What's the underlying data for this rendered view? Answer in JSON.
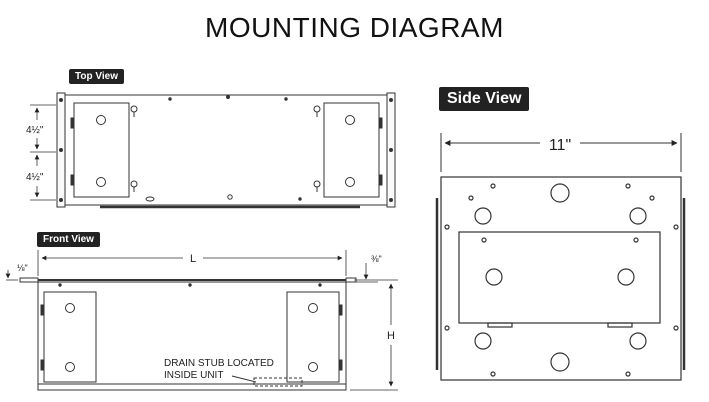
{
  "title": "MOUNTING DIAGRAM",
  "top_view": {
    "label": "Top View",
    "dim_upper": "4½\"",
    "dim_lower": "4½\""
  },
  "front_view": {
    "label": "Front View",
    "dim_left": "⅛\"",
    "dim_right": "⅜\"",
    "dim_length": "L",
    "dim_height": "H",
    "drain_note_line1": "DRAIN STUB LOCATED",
    "drain_note_line2": "INSIDE UNIT"
  },
  "side_view": {
    "label": "Side View",
    "dim_width": "11\""
  }
}
